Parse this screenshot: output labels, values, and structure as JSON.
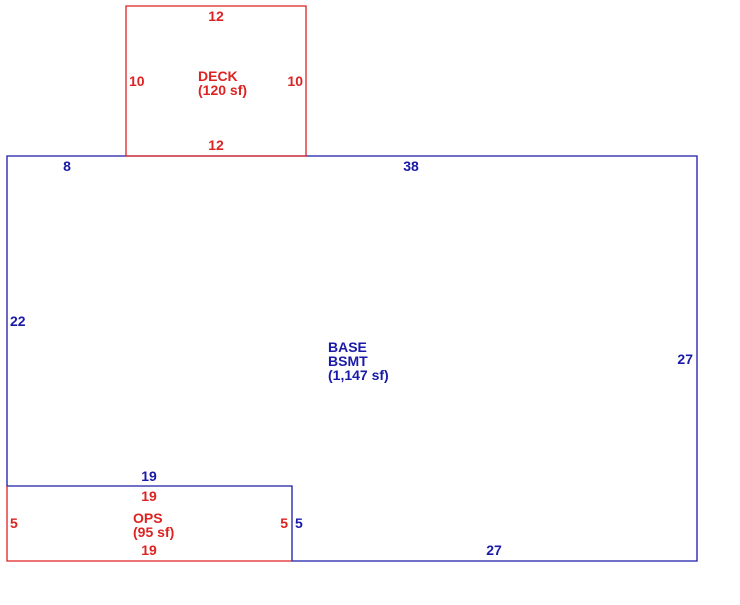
{
  "colors": {
    "deck": "#dd2222",
    "base": "#1a1aa8",
    "ops": "#dd2222"
  },
  "base": {
    "name_line1": "BASE",
    "name_line2": "BSMT",
    "area": "(1,147 sf)",
    "dims": {
      "top_left": "8",
      "top": "38",
      "left": "22",
      "right": "27",
      "bottom": "27",
      "ops_top": "19",
      "ops_right": "5"
    }
  },
  "deck": {
    "name": "DECK",
    "area": "(120 sf)",
    "dims": {
      "top": "12",
      "left": "10",
      "right": "10",
      "bottom": "12"
    }
  },
  "ops": {
    "name": "OPS",
    "area": "(95 sf)",
    "dims": {
      "top": "19",
      "left": "5",
      "right": "5",
      "bottom": "19"
    }
  }
}
